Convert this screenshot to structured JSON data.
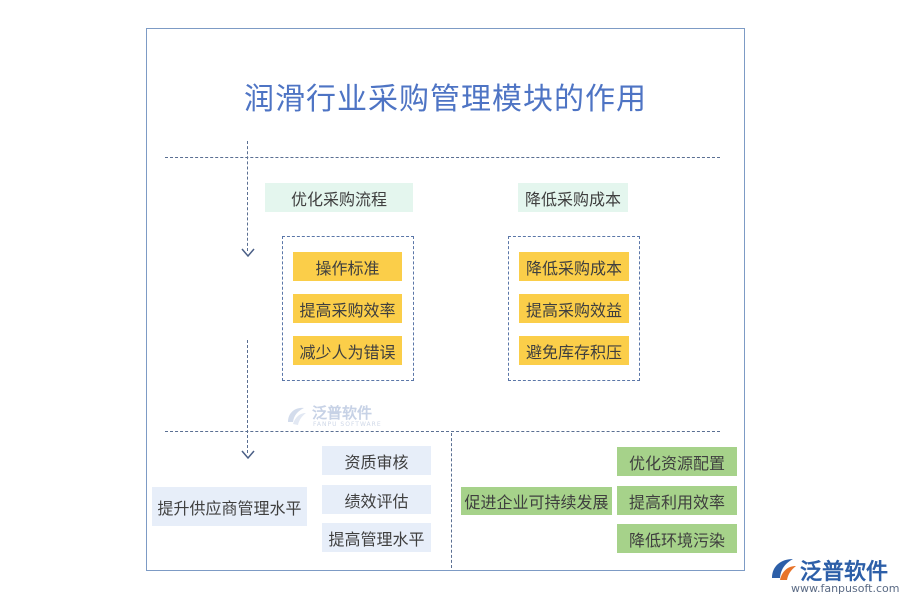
{
  "diagram": {
    "title": "润滑行业采购管理模块的作用",
    "section1": {
      "left": {
        "header": "优化采购流程",
        "items": [
          "操作标准",
          "提高采购效率",
          "减少人为错误"
        ]
      },
      "right": {
        "header": "降低采购成本",
        "items": [
          "降低采购成本",
          "提高采购效益",
          "避免库存积压"
        ]
      }
    },
    "section2": {
      "left": {
        "main": "提升供应商管理水平",
        "items": [
          "资质审核",
          "绩效评估",
          "提高管理水平"
        ]
      },
      "right": {
        "main": "促进企业可持续发展",
        "items": [
          "优化资源配置",
          "提高利用效率",
          "降低环境污染"
        ]
      }
    }
  },
  "watermark": {
    "text": "泛普软件",
    "subtext": "FANPU SOFTWARE"
  },
  "logo": {
    "text": "泛普软件",
    "url": "www.fanpusoft.com"
  },
  "colors": {
    "title": "#4e74c4",
    "frame": "#7d9bc5",
    "mint": "#e4f6ee",
    "yellow": "#fbce49",
    "light_blue": "#e7eef9",
    "green": "#a6d28a"
  }
}
